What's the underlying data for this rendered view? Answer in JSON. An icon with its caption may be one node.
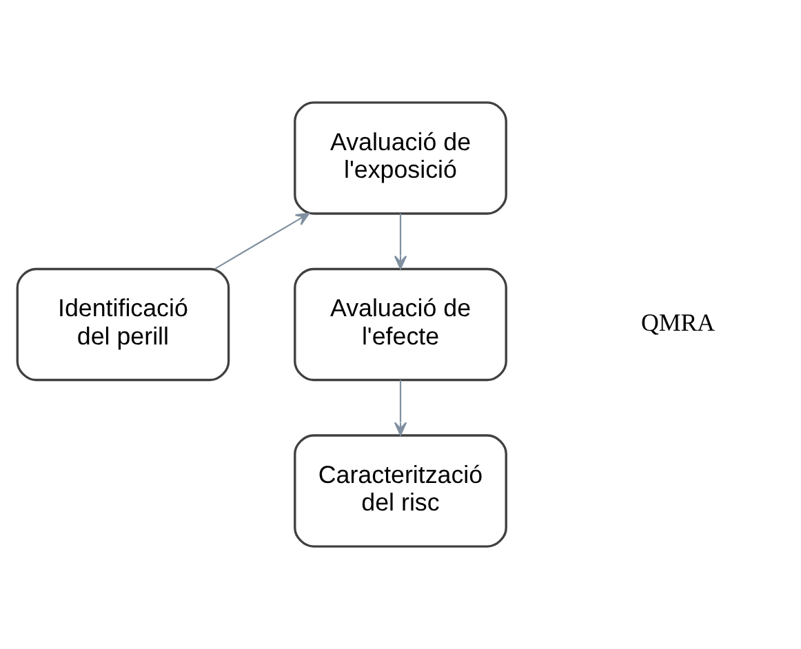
{
  "diagram": {
    "nodes": [
      {
        "text": [
          "Identificació del perill"
        ]
      },
      {
        "text": [
          "Avaluació de l'exposició"
        ]
      },
      {
        "text": [
          "Avaluació de l'efecte"
        ]
      },
      {
        "text": [
          "Caracterització del risc"
        ]
      }
    ],
    "edges": [
      {
        "from": 0,
        "to": 1,
        "arrow": "to"
      },
      {
        "from": 1,
        "to": 2,
        "arrow": "to"
      },
      {
        "from": 2,
        "to": 3,
        "arrow": "to"
      }
    ],
    "labels": [
      "QMRA"
    ]
  }
}
